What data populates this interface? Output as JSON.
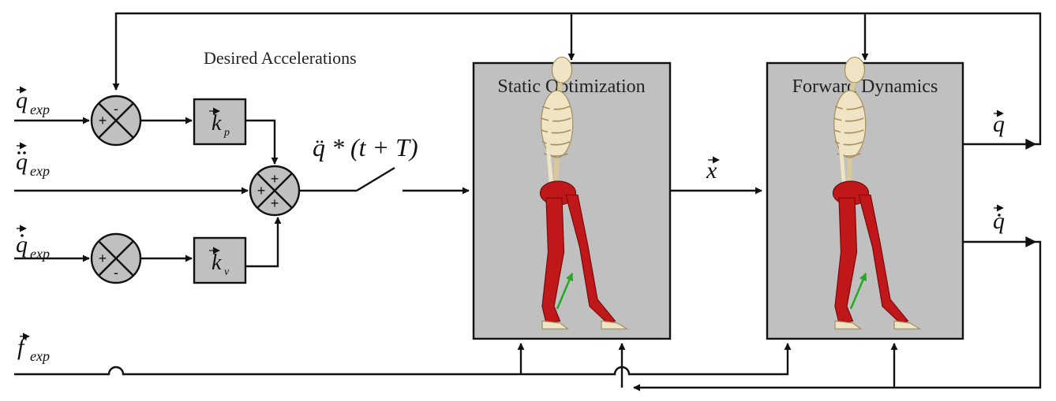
{
  "diagram": {
    "caption": "Desired Accelerations",
    "blocks": {
      "static_optimization": "Static Optimization",
      "forward_dynamics": "Forward Dynamics"
    },
    "inputs": {
      "q": {
        "symbol": "q",
        "subscript": "exp"
      },
      "qdd": {
        "symbol": "q",
        "subscript": "exp"
      },
      "qd": {
        "symbol": "q",
        "subscript": "exp"
      },
      "f": {
        "symbol": "f",
        "subscript": "exp"
      }
    },
    "gains": {
      "kp": {
        "symbol": "k",
        "subscript": "p"
      },
      "kv": {
        "symbol": "k",
        "subscript": "v"
      }
    },
    "signals": {
      "qdd_star": "q̈ * (t + T)",
      "x": "x",
      "q_out": "q",
      "qd_out": "q"
    },
    "summing_signs": {
      "top": [
        "-",
        "+"
      ],
      "middle": [
        "+",
        "+",
        "+"
      ],
      "bottom": [
        "+",
        "-"
      ]
    },
    "colors": {
      "block_fill": "#c0c0c0",
      "line": "#111111",
      "muscle": "#c0181a",
      "bone": "#efe4c4",
      "force_arrow": "#22aa22"
    }
  }
}
